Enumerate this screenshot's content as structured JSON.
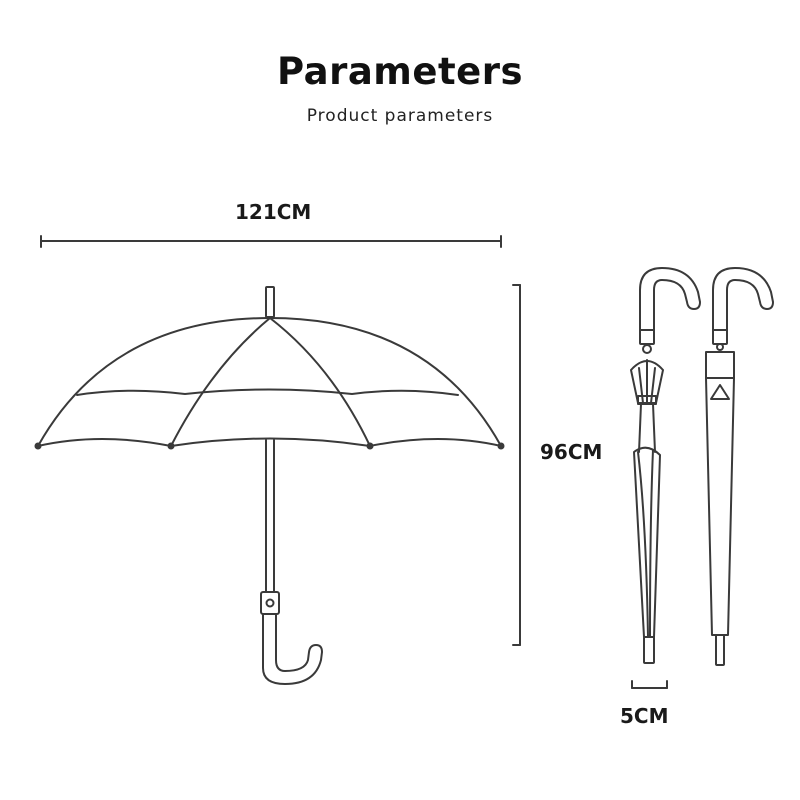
{
  "title": "Parameters",
  "subtitle": "Product parameters",
  "dimensions": {
    "width": "121CM",
    "height": "96CM",
    "closed_diameter": "5CM"
  },
  "colors": {
    "line": "#3a3a3a",
    "text": "#1a1a1a"
  }
}
